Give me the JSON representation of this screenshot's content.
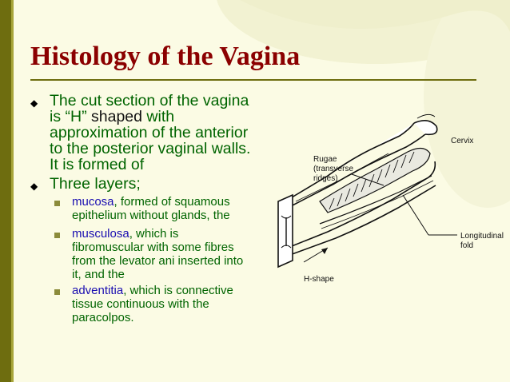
{
  "slide": {
    "title": "Histology of the Vagina",
    "bullets": [
      {
        "parts": [
          "The cut section of the vagina",
          "is “H” ",
          "shaped",
          " with",
          "approximation of the anterior",
          "to the posterior vaginal walls.",
          "It is formed of"
        ]
      },
      {
        "text": "Three layers;"
      }
    ],
    "sub_bullets": [
      {
        "term": "mucosa",
        "lines": [
          ", formed of squamous",
          "epithelium without glands, the"
        ]
      },
      {
        "term": "musculosa",
        "lines": [
          ", which is",
          "fibromuscular with some fibres",
          "from the levator ani inserted into",
          "it, and the"
        ]
      },
      {
        "term": "adventitia",
        "lines": [
          ", which is connective",
          "tissue continuous with the",
          "paracolpos."
        ]
      }
    ]
  },
  "diagram": {
    "labels": {
      "cervix": "Cervix",
      "rugae_1": "Rugae",
      "rugae_2": "(transverse",
      "rugae_3": "ridges)",
      "longitudinal_1": "Longitudinal",
      "longitudinal_2": "fold",
      "h_shape": "H-shape"
    }
  },
  "colors": {
    "title": "#8b0000",
    "text": "#006400",
    "term": "#1a0eb1",
    "bar": "#6e6d0f",
    "background": "#fbfbe4"
  }
}
